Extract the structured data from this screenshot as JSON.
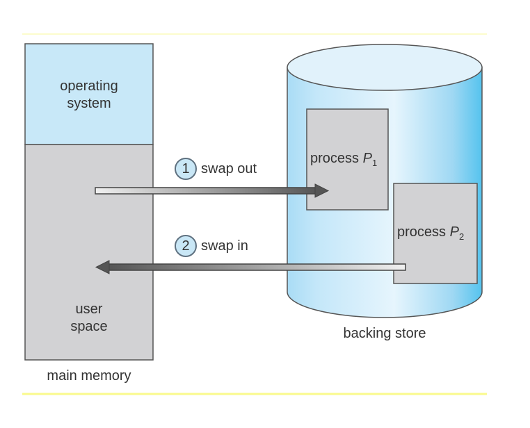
{
  "main_memory": {
    "caption": "main memory",
    "os_region": {
      "line1": "operating",
      "line2": "system"
    },
    "user_region": {
      "line1": "user",
      "line2": "space"
    }
  },
  "backing_store": {
    "caption": "backing store",
    "processes": [
      {
        "label": "process",
        "name": "P",
        "subscript": "1"
      },
      {
        "label": "process",
        "name": "P",
        "subscript": "2"
      }
    ]
  },
  "steps": [
    {
      "number": "1",
      "label": "swap out"
    },
    {
      "number": "2",
      "label": "swap in"
    }
  ],
  "colors": {
    "os_fill": "#c8e8f8",
    "user_fill": "#d2d2d4",
    "cylinder_light": "#e3f3fc",
    "cylinder_dark": "#55c3ee",
    "rule_line": "#fafa8c"
  }
}
